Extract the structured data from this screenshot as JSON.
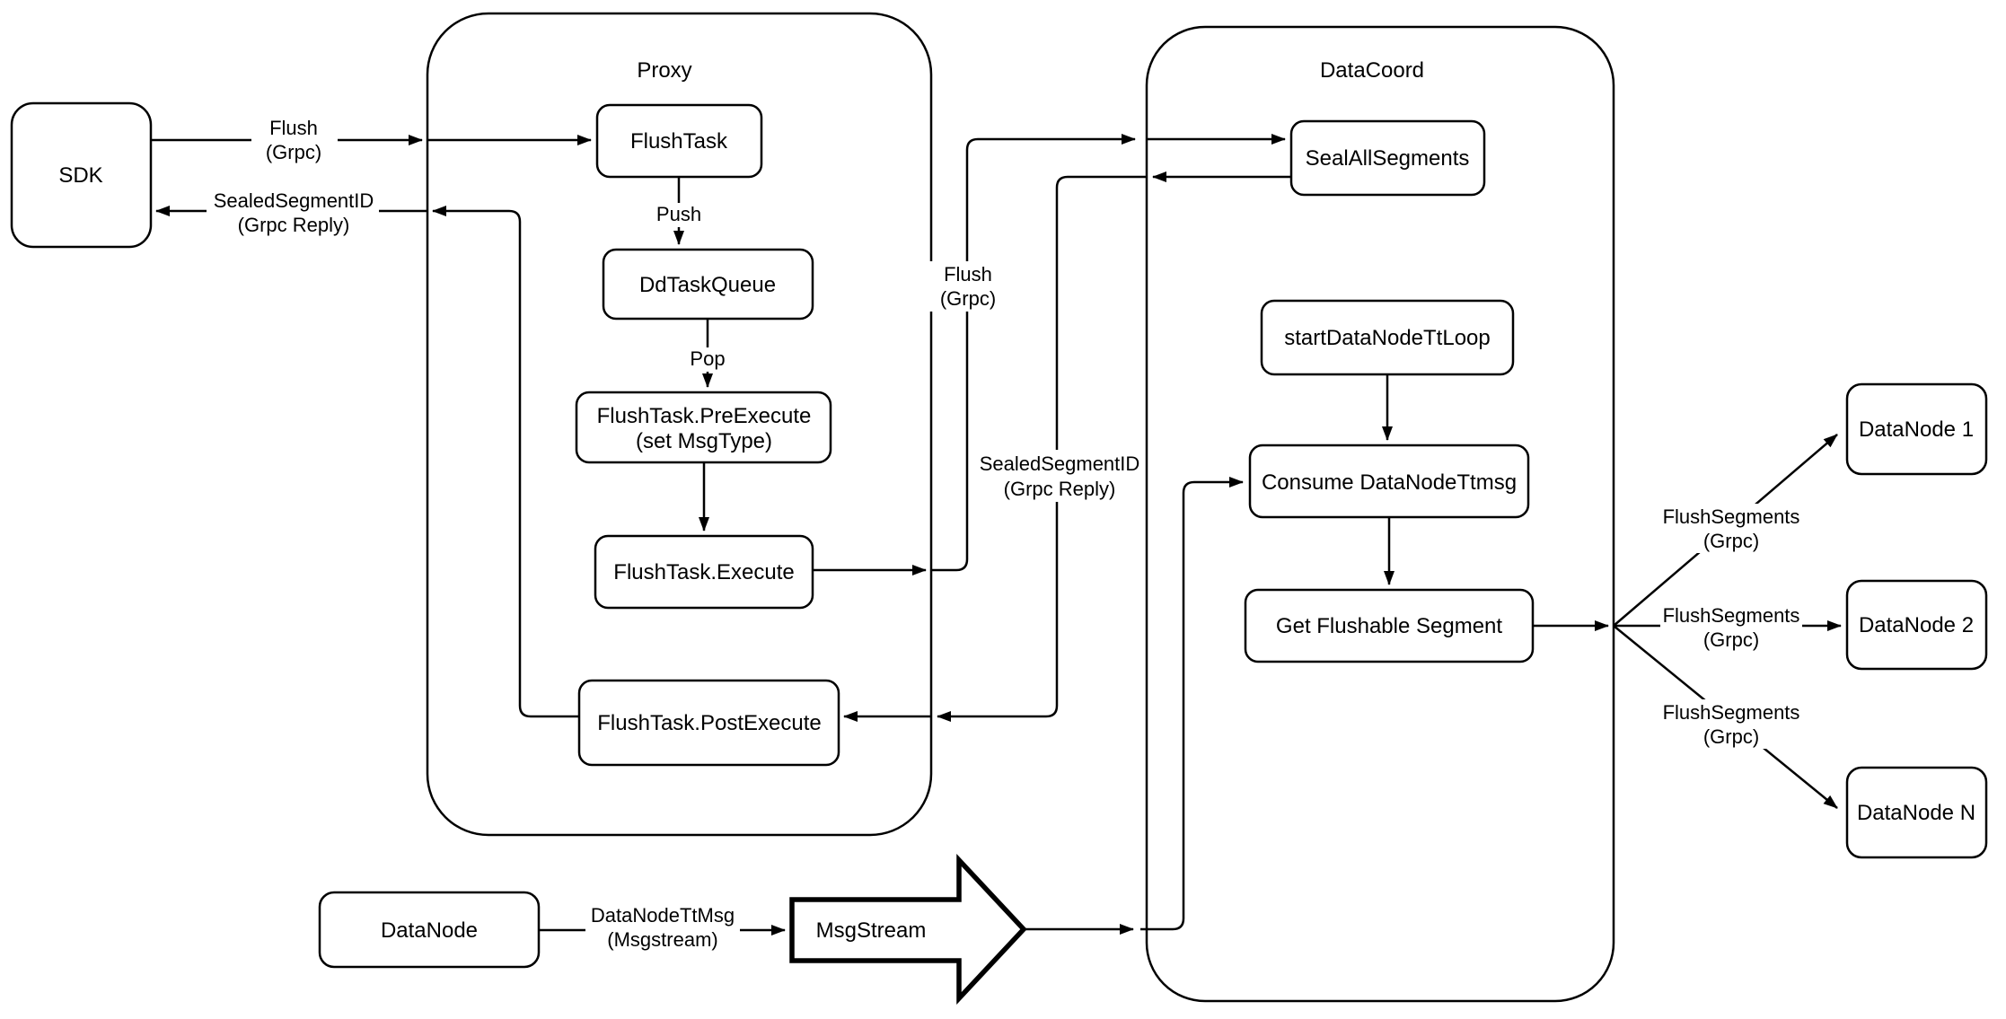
{
  "canvas": {
    "background": "#ffffff",
    "stroke_color": "#000000"
  },
  "containers": {
    "proxy": "Proxy",
    "datacoord": "DataCoord"
  },
  "nodes": {
    "sdk": "SDK",
    "flush_task": "FlushTask",
    "dd_task_queue": "DdTaskQueue",
    "pre_execute_line1": "FlushTask.PreExecute",
    "pre_execute_line2": "(set MsgType)",
    "execute": "FlushTask.Execute",
    "post_execute": "FlushTask.PostExecute",
    "seal_all_segments": "SealAllSegments",
    "start_datanode_tt_loop": "startDataNodeTtLoop",
    "consume_datanode_ttmsg": "Consume DataNodeTtmsg",
    "get_flushable_segment": "Get Flushable Segment",
    "datanode_1": "DataNode 1",
    "datanode_2": "DataNode 2",
    "datanode_n": "DataNode N",
    "datanode": "DataNode",
    "msgstream": "MsgStream"
  },
  "edge_labels": {
    "flush_line1": "Flush",
    "flush_line2": "(Grpc)",
    "sealed_line1": "SealedSegmentID",
    "sealed_line2": "(Grpc Reply)",
    "push": "Push",
    "pop": "Pop",
    "flush_segments_line1": "FlushSegments",
    "flush_segments_line2": "(Grpc)",
    "datanode_tt_line1": "DataNodeTtMsg",
    "datanode_tt_line2": "(Msgstream)"
  }
}
